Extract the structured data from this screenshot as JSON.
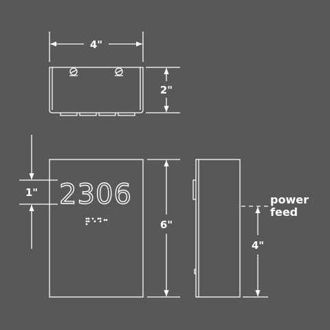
{
  "diagram": {
    "top_view": {
      "width_label": "4\"",
      "height_label": "2\""
    },
    "front_view": {
      "room_number": "2306",
      "text_height_label": "1\"",
      "height_label": "6\""
    },
    "side_view": {
      "power_feed_label_line1": "power",
      "power_feed_label_line2": "feed",
      "feed_height_label": "4\""
    }
  },
  "colors": {
    "background": "#58585a",
    "lines": "#ffffff"
  }
}
